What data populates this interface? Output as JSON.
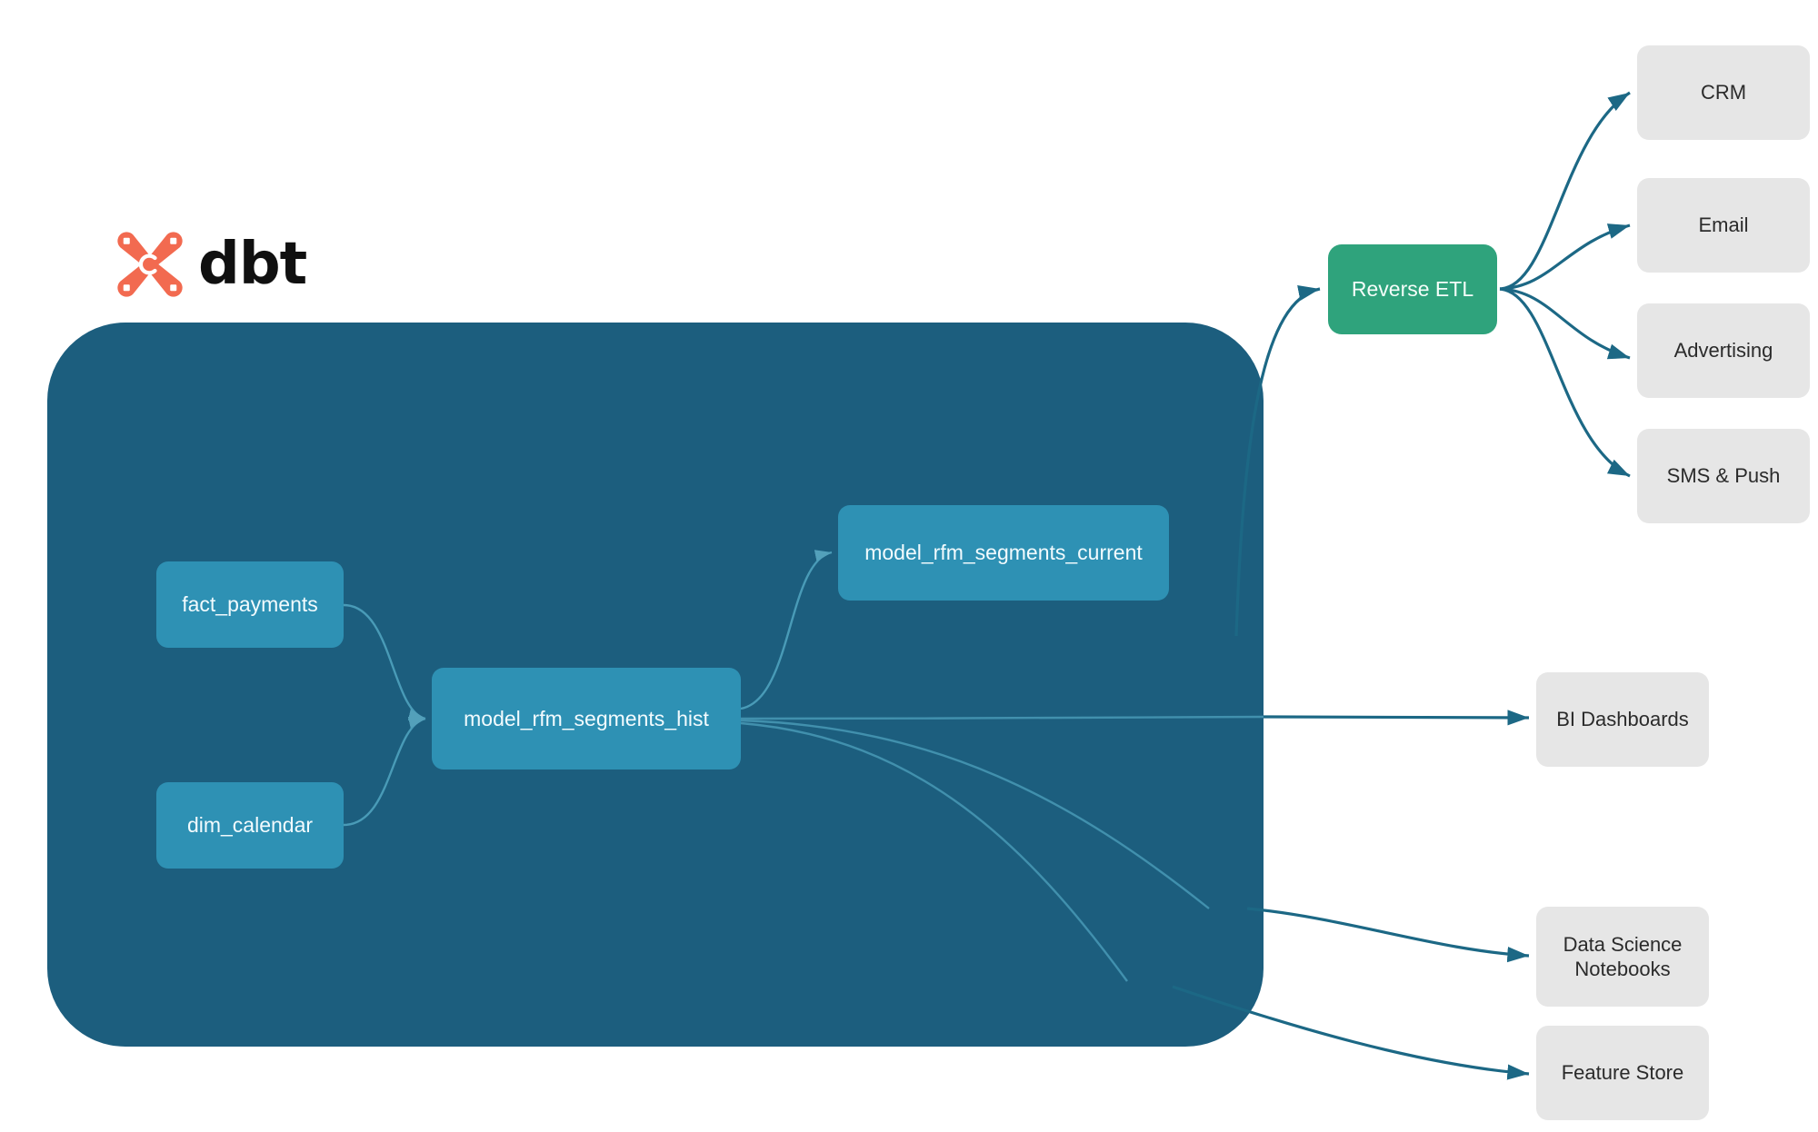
{
  "brand": {
    "name": "dbt",
    "logo_icon": "dbt-logo-icon",
    "logo_color": "#f26a50",
    "wordmark_color": "#101010"
  },
  "colors": {
    "project_container": "#1c5e7e",
    "model_node": "#2e91b4",
    "reverse_etl_node": "#2fa37c",
    "destination_node": "#e6e6e6",
    "external_edge": "#1c6885",
    "internal_edge": "#4aa7c4",
    "canvas_background": "#ffffff"
  },
  "diagram": {
    "project": {
      "label": "dbt",
      "nodes": [
        {
          "id": "fact_payments",
          "label": "fact_payments"
        },
        {
          "id": "dim_calendar",
          "label": "dim_calendar"
        },
        {
          "id": "model_rfm_segments_hist",
          "label": "model_rfm_segments_hist"
        },
        {
          "id": "model_rfm_segments_current",
          "label": "model_rfm_segments_current"
        }
      ]
    },
    "reverse_etl": {
      "id": "reverse_etl",
      "label": "Reverse ETL"
    },
    "activation_destinations": [
      {
        "id": "crm",
        "label": "CRM"
      },
      {
        "id": "email",
        "label": "Email"
      },
      {
        "id": "advertising",
        "label": "Advertising"
      },
      {
        "id": "sms_push",
        "label": "SMS & Push"
      }
    ],
    "analytics_destinations": [
      {
        "id": "bi_dashboards",
        "label": "BI Dashboards"
      },
      {
        "id": "ds_notebooks",
        "label": "Data Science\nNotebooks",
        "line1": "Data Science",
        "line2": "Notebooks"
      },
      {
        "id": "feature_store",
        "label": "Feature Store"
      }
    ],
    "edges": [
      {
        "from": "fact_payments",
        "to": "model_rfm_segments_hist"
      },
      {
        "from": "dim_calendar",
        "to": "model_rfm_segments_hist"
      },
      {
        "from": "model_rfm_segments_hist",
        "to": "model_rfm_segments_current"
      },
      {
        "from": "model_rfm_segments_current",
        "to": "reverse_etl"
      },
      {
        "from": "reverse_etl",
        "to": "crm"
      },
      {
        "from": "reverse_etl",
        "to": "email"
      },
      {
        "from": "reverse_etl",
        "to": "advertising"
      },
      {
        "from": "reverse_etl",
        "to": "sms_push"
      },
      {
        "from": "model_rfm_segments_hist",
        "to": "bi_dashboards"
      },
      {
        "from": "model_rfm_segments_hist",
        "to": "ds_notebooks"
      },
      {
        "from": "model_rfm_segments_hist",
        "to": "feature_store"
      }
    ]
  }
}
